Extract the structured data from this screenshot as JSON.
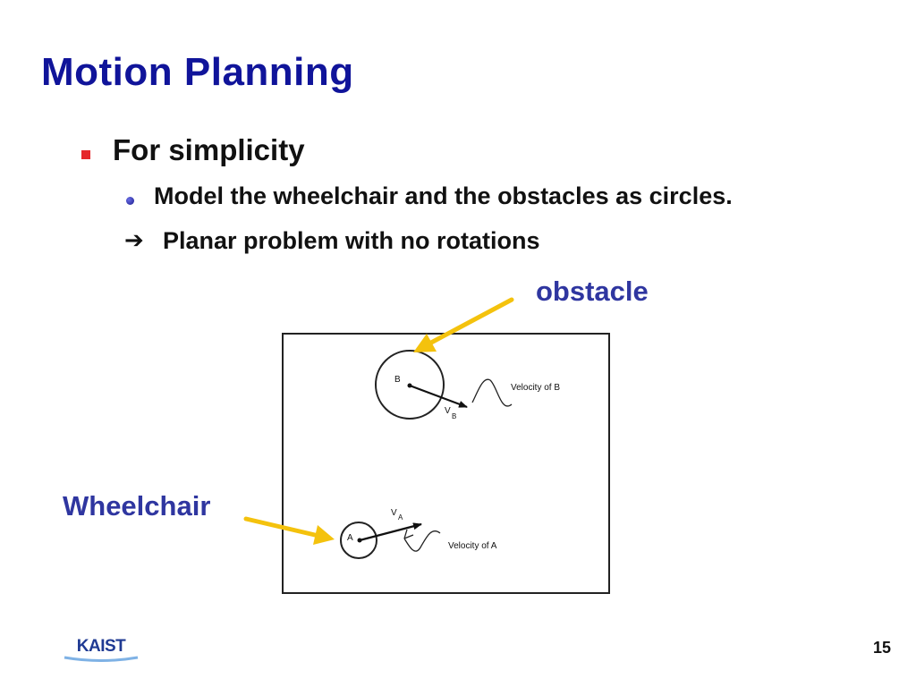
{
  "slide": {
    "title": "Motion Planning",
    "page_number": "15",
    "logo_text": "KAIST"
  },
  "bullets": {
    "level1": "For simplicity",
    "level2": "Model the wheelchair and the obstacles as circles.",
    "arrow_symbol": "➔",
    "arrow_text": "Planar problem with no rotations"
  },
  "callouts": {
    "obstacle": "obstacle",
    "wheelchair": "Wheelchair"
  },
  "diagram": {
    "label_b": "B",
    "label_a": "A",
    "velocity_b_symbol": "V",
    "velocity_b_subscript": "B",
    "velocity_a_symbol": "V",
    "velocity_a_subscript": "A",
    "velocity_of_b": "Velocity of B",
    "velocity_of_a": "Velocity of A"
  },
  "colors": {
    "title": "#10149a",
    "callout_text": "#2f36a0",
    "callout_arrow": "#f4c20d",
    "bullet_square": "#e5262a"
  }
}
